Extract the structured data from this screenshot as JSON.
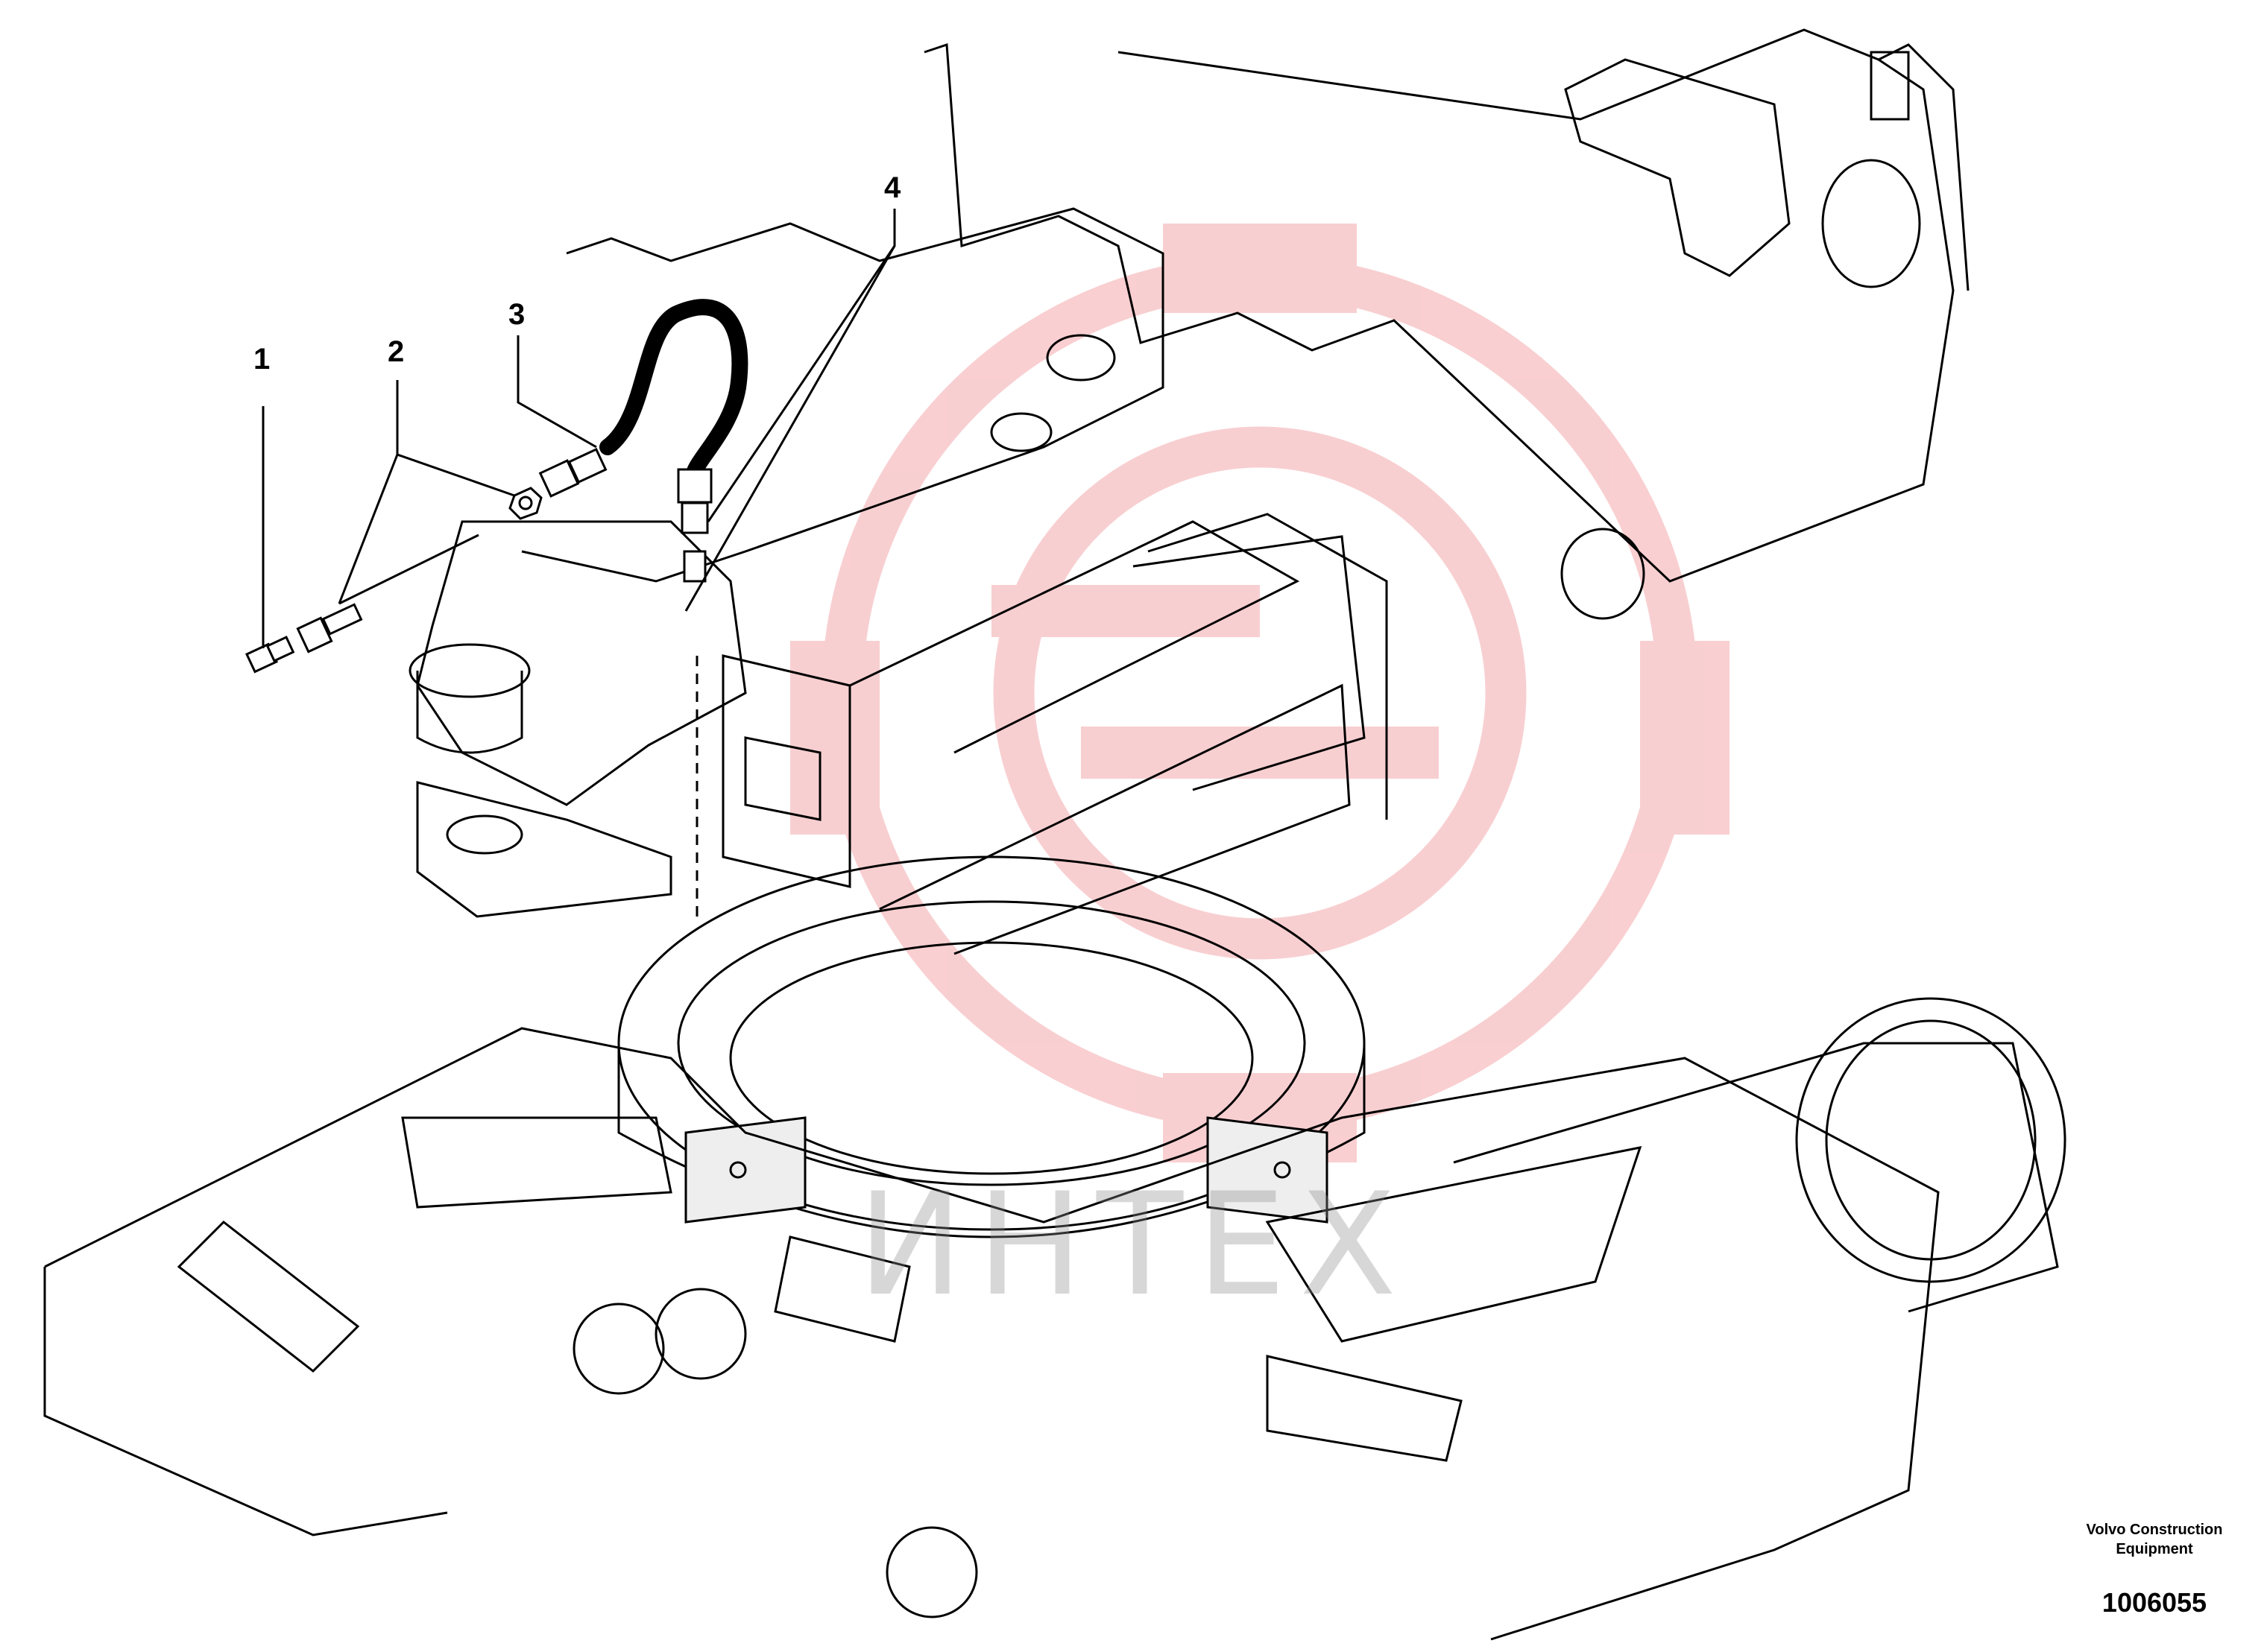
{
  "callouts": [
    {
      "id": "1",
      "label": "1"
    },
    {
      "id": "2",
      "label": "2"
    },
    {
      "id": "3",
      "label": "3"
    },
    {
      "id": "4",
      "label": "4"
    }
  ],
  "footer": {
    "manufacturer_line1": "Volvo Construction",
    "manufacturer_line2": "Equipment",
    "drawing_number": "1006055"
  },
  "watermark": {
    "text": "ИНТЕХ",
    "color": "#e8323c"
  }
}
